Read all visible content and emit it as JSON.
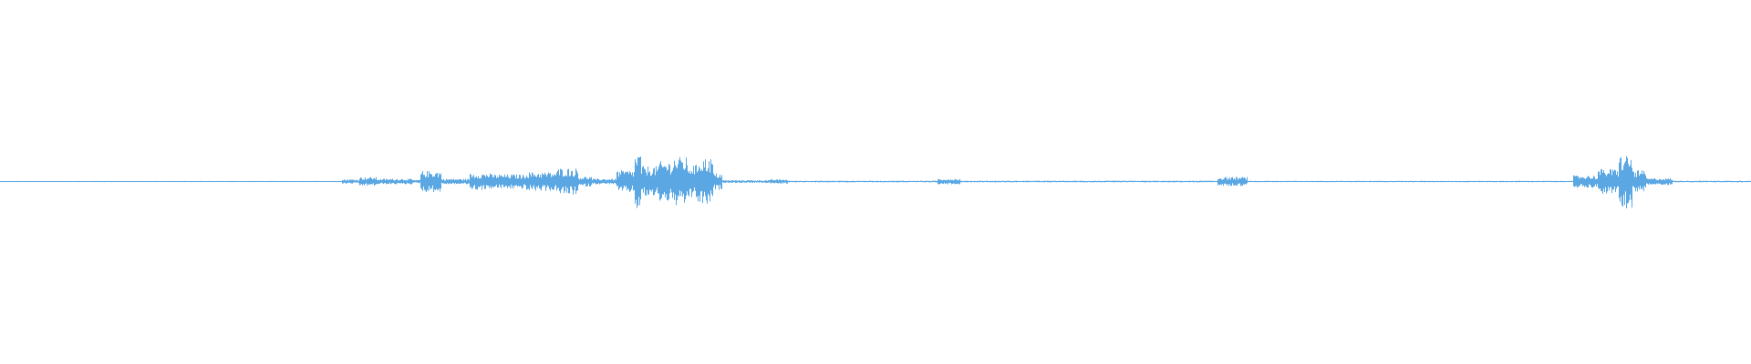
{
  "waveform": {
    "color": "#5aa7e3",
    "baseline_level": 0.015,
    "segments": [
      {
        "start": 0.0,
        "end": 0.195,
        "level": 0.02
      },
      {
        "start": 0.195,
        "end": 0.205,
        "level": 0.08
      },
      {
        "start": 0.205,
        "end": 0.215,
        "level": 0.16
      },
      {
        "start": 0.215,
        "end": 0.235,
        "level": 0.1
      },
      {
        "start": 0.235,
        "end": 0.24,
        "level": 0.06
      },
      {
        "start": 0.24,
        "end": 0.252,
        "level": 0.38
      },
      {
        "start": 0.252,
        "end": 0.268,
        "level": 0.1
      },
      {
        "start": 0.268,
        "end": 0.28,
        "level": 0.3
      },
      {
        "start": 0.28,
        "end": 0.3,
        "level": 0.26
      },
      {
        "start": 0.3,
        "end": 0.318,
        "level": 0.34
      },
      {
        "start": 0.318,
        "end": 0.33,
        "level": 0.48
      },
      {
        "start": 0.33,
        "end": 0.338,
        "level": 0.18
      },
      {
        "start": 0.338,
        "end": 0.352,
        "level": 0.1
      },
      {
        "start": 0.352,
        "end": 0.362,
        "level": 0.4
      },
      {
        "start": 0.362,
        "end": 0.366,
        "level": 1.0
      },
      {
        "start": 0.366,
        "end": 0.376,
        "level": 0.55
      },
      {
        "start": 0.376,
        "end": 0.384,
        "level": 0.72
      },
      {
        "start": 0.384,
        "end": 0.392,
        "level": 0.88
      },
      {
        "start": 0.392,
        "end": 0.398,
        "level": 0.6
      },
      {
        "start": 0.398,
        "end": 0.407,
        "level": 0.85
      },
      {
        "start": 0.407,
        "end": 0.412,
        "level": 0.3
      },
      {
        "start": 0.412,
        "end": 0.44,
        "level": 0.05
      },
      {
        "start": 0.44,
        "end": 0.45,
        "level": 0.08
      },
      {
        "start": 0.45,
        "end": 0.535,
        "level": 0.03
      },
      {
        "start": 0.535,
        "end": 0.548,
        "level": 0.1
      },
      {
        "start": 0.548,
        "end": 0.695,
        "level": 0.03
      },
      {
        "start": 0.695,
        "end": 0.712,
        "level": 0.16
      },
      {
        "start": 0.712,
        "end": 0.898,
        "level": 0.025
      },
      {
        "start": 0.898,
        "end": 0.912,
        "level": 0.22
      },
      {
        "start": 0.912,
        "end": 0.924,
        "level": 0.45
      },
      {
        "start": 0.924,
        "end": 0.932,
        "level": 0.95
      },
      {
        "start": 0.932,
        "end": 0.94,
        "level": 0.4
      },
      {
        "start": 0.94,
        "end": 0.955,
        "level": 0.12
      },
      {
        "start": 0.955,
        "end": 1.0,
        "level": 0.03
      }
    ]
  }
}
